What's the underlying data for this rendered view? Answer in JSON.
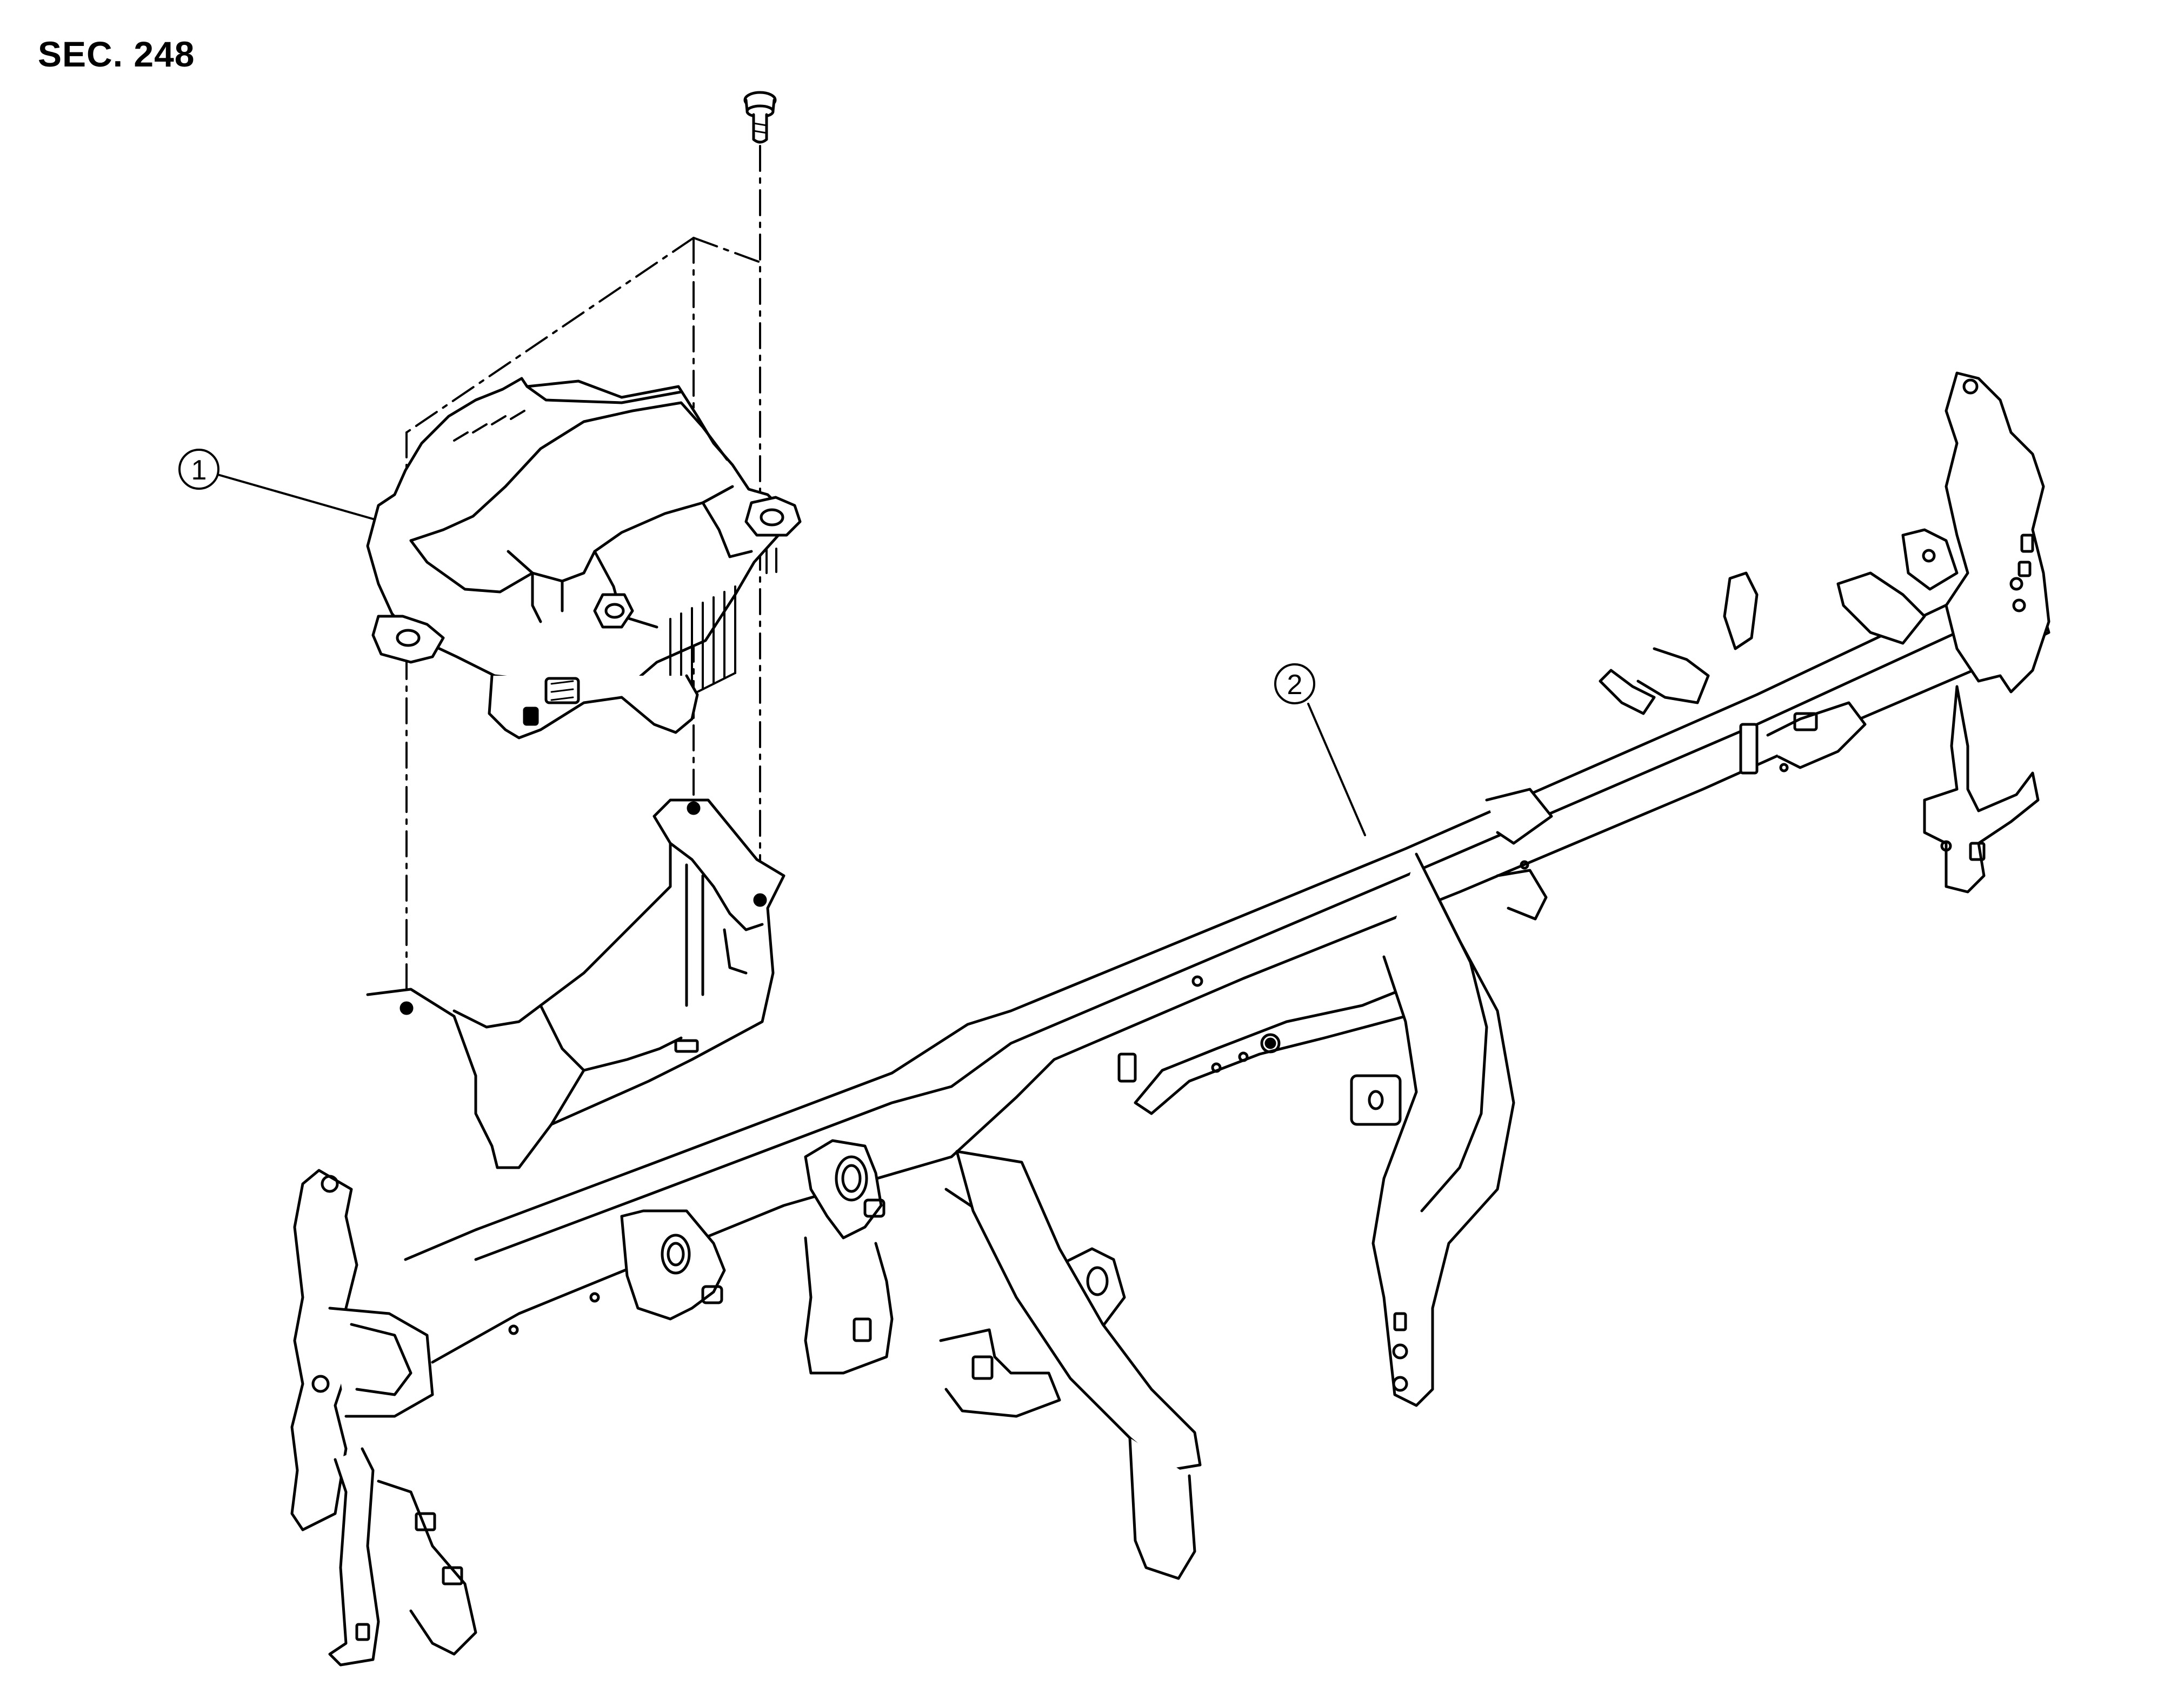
{
  "header": {
    "section": "SEC. 248"
  },
  "callouts": [
    {
      "id": "callout-1",
      "number": "1"
    },
    {
      "id": "callout-2",
      "number": "2"
    }
  ],
  "parts": [
    {
      "callout": "1",
      "icon": "control-unit-housing-icon"
    },
    {
      "callout": "2",
      "icon": "steering-member-icon"
    },
    {
      "icon": "bolt-icon"
    }
  ],
  "colors": {
    "line": "#000000",
    "background": "#ffffff"
  }
}
